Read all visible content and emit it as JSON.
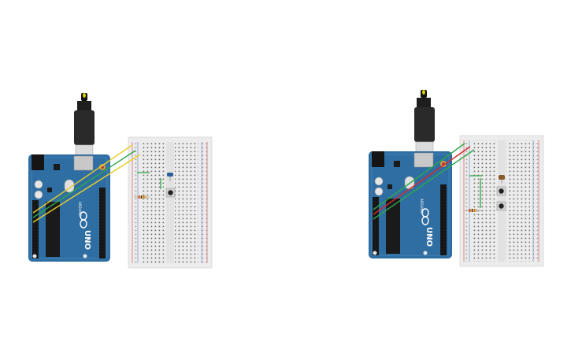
{
  "colors": {
    "board": "#2f6ea3",
    "board_dark": "#1f4f7a",
    "breadboard": "#ececec",
    "hole": "#5a5a5a",
    "rail_red": "#d84a4a",
    "rail_blue": "#5a86c4",
    "wire_yellow": "#e8cf2a",
    "wire_green": "#2da84a",
    "wire_red": "#d42a2a",
    "usb_cable": "#222222"
  },
  "circuits": [
    {
      "name": "circuit-left",
      "board": {
        "label_brand": "ARDUINO",
        "label_model": "UNO"
      },
      "wires": [
        "wire_yellow",
        "wire_green",
        "wire_yellow"
      ],
      "led_color": "#2a5f9a"
    },
    {
      "name": "circuit-right",
      "board": {
        "label_brand": "ARDUINO",
        "label_model": "UNO"
      },
      "wires": [
        "wire_red",
        "wire_green",
        "wire_green"
      ],
      "led_color": "#8a5a2a"
    }
  ]
}
